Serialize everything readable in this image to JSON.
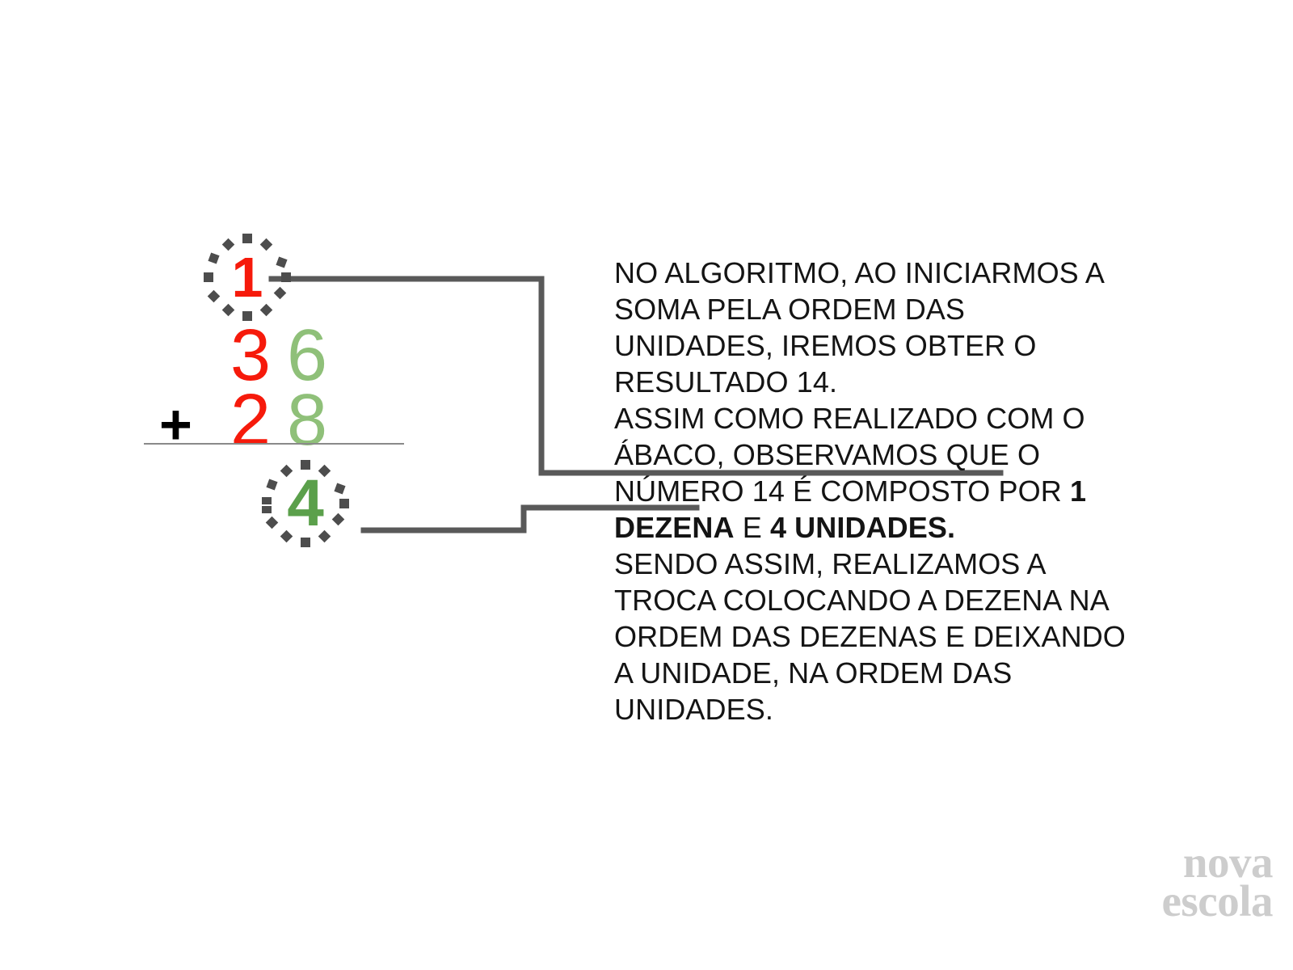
{
  "colors": {
    "red": "#f61a0b",
    "light_green": "#8fc079",
    "dark_green": "#5ba04b",
    "connector_gray": "#595959",
    "rule_gray": "#8a8a8a",
    "dot_gray": "#4d4d4d",
    "text_black": "#141414",
    "logo_gray": "#cdcdcd",
    "background": "#ffffff"
  },
  "algorithm": {
    "carry_digit": "1",
    "operator": "+",
    "addend_1": {
      "tens": "3",
      "units": "6"
    },
    "addend_2": {
      "tens": "2",
      "units": "8"
    },
    "sum_units": "4"
  },
  "explanation": {
    "line_1": "NO ALGORITMO, AO INICIARMOS A",
    "line_2": "SOMA PELA ORDEM DAS",
    "line_3": "UNIDADES, IREMOS OBTER O",
    "line_4": "RESULTADO 14.",
    "line_5": "ASSIM COMO REALIZADO COM O",
    "line_6": "ÁBACO, OBSERVAMOS QUE O",
    "line_7_a": "NÚMERO 14 É COMPOSTO POR ",
    "line_7_b": "1",
    "line_8_a": "DEZENA",
    "line_8_b": " E ",
    "line_8_c": "4 UNIDADES.",
    "line_9": "SENDO ASSIM, REALIZAMOS A",
    "line_10": "TROCA COLOCANDO A DEZENA NA",
    "line_11": "ORDEM DAS DEZENAS E DEIXANDO",
    "line_12": "A UNIDADE, NA ORDEM DAS",
    "line_13": "UNIDADES."
  },
  "logo": {
    "line_1": "nova",
    "line_2": "escola"
  }
}
